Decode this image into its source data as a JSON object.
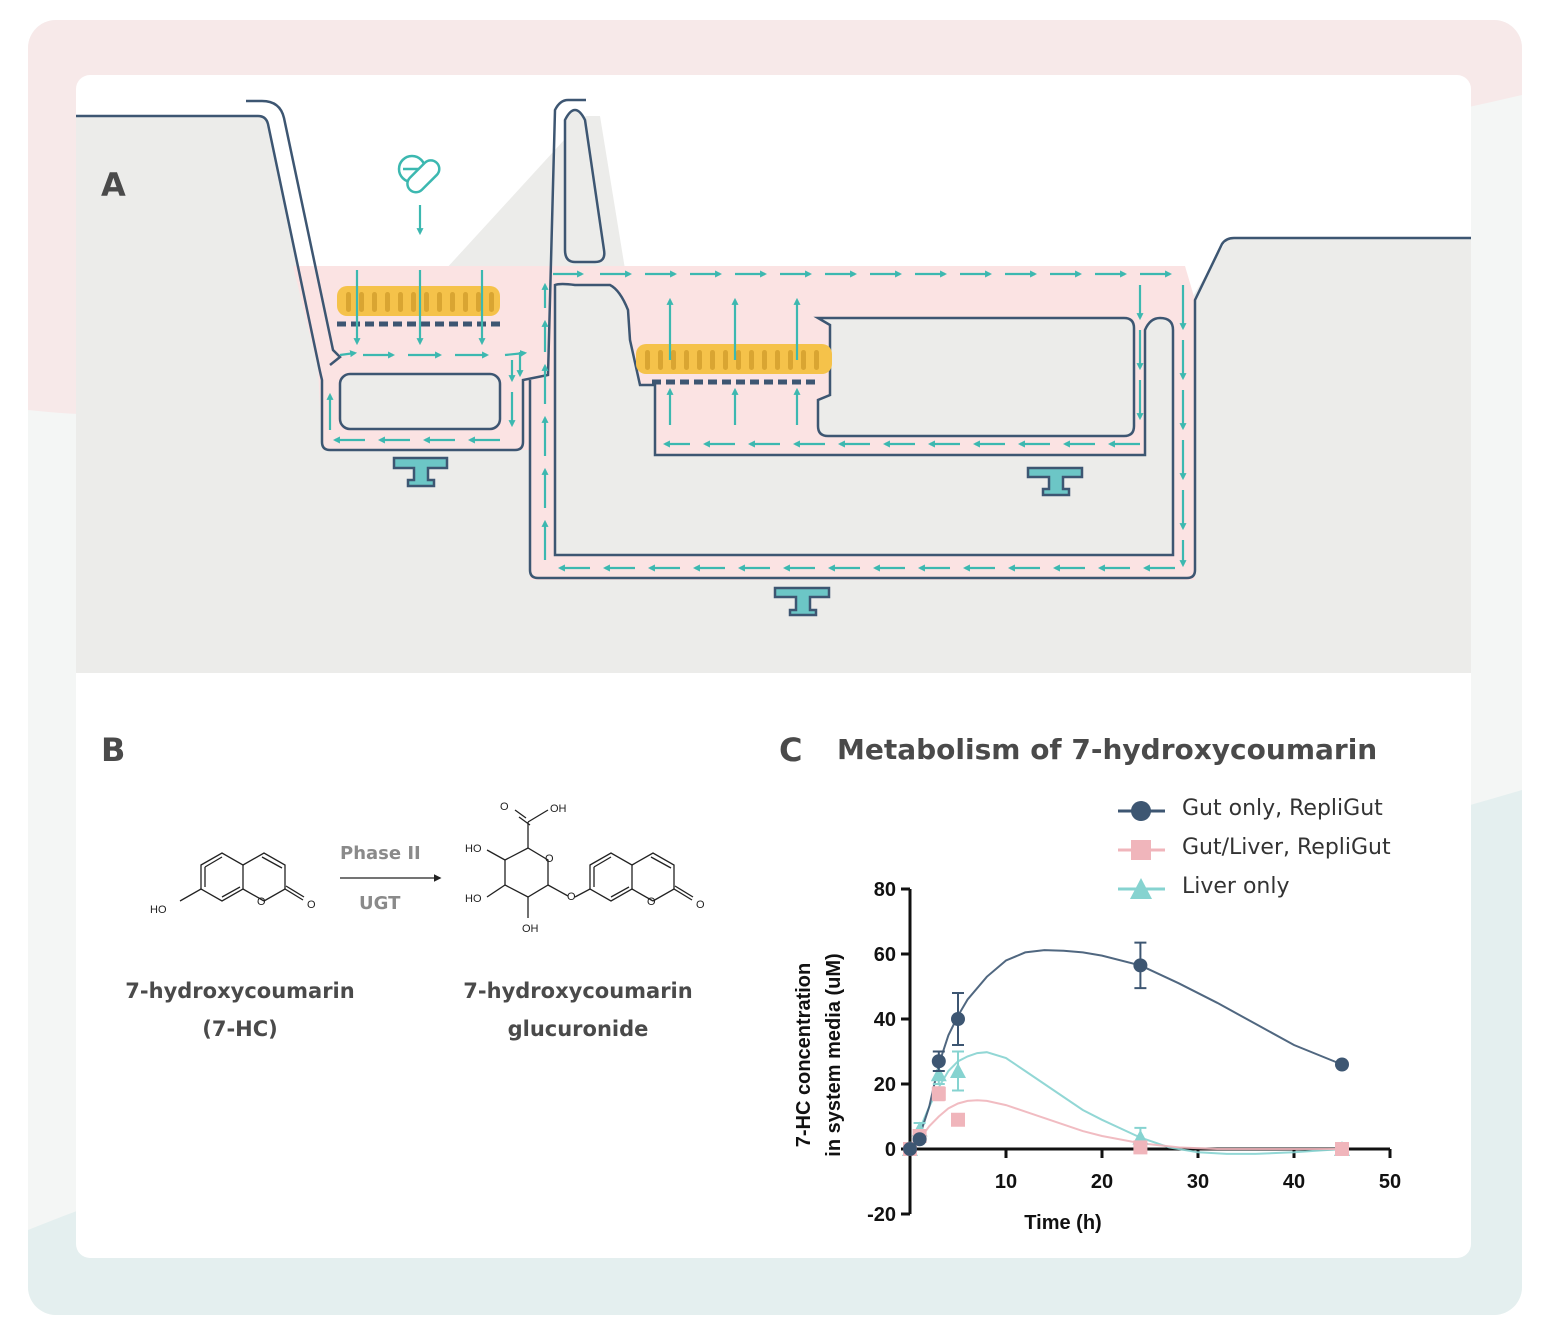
{
  "panels": {
    "a": {
      "letter": "A"
    },
    "b": {
      "letter": "B",
      "reaction_top": "Phase II",
      "reaction_bottom": "UGT",
      "substrate_name": "7-hydroxycoumarin",
      "substrate_abbrev": "(7-HC)",
      "product_name_1": "7-hydroxycoumarin",
      "product_name_2": "glucuronide",
      "atoms": {
        "ho": "HO",
        "o": "O",
        "oh": "OH"
      }
    },
    "c": {
      "letter": "C",
      "title": "Metabolism of 7-hydroxycoumarin"
    }
  },
  "colors": {
    "teal": "#3cb8b0",
    "navy": "#3d5672",
    "pink_series": "#f0b5bb",
    "teal_series": "#86d3d0",
    "cells": "#f5c24a",
    "chamber_fill": "#fbe3e3",
    "device_fill": "#ececea"
  },
  "chart_data": {
    "type": "scatter",
    "xlabel": "Time (h)",
    "ylabel_line1": "7-HC concentration",
    "ylabel_line2": "in system media (uM)",
    "xlim": [
      0,
      50
    ],
    "ylim": [
      -20,
      80
    ],
    "xticks": [
      "10",
      "20",
      "30",
      "40",
      "50"
    ],
    "yticks": [
      "-20",
      "0",
      "20",
      "40",
      "60",
      "80"
    ],
    "legend_position": "top-right",
    "series": [
      {
        "name": "Gut only, RepliGut",
        "marker": "circle",
        "color": "#3d5672",
        "points": [
          [
            0,
            0
          ],
          [
            1,
            3
          ],
          [
            3,
            27
          ],
          [
            5,
            40
          ],
          [
            24,
            56.5
          ],
          [
            45,
            26
          ]
        ],
        "errors": [
          0,
          0,
          3,
          8,
          7,
          0
        ],
        "fit": [
          [
            0,
            0
          ],
          [
            1,
            4
          ],
          [
            2,
            13
          ],
          [
            3,
            26
          ],
          [
            4,
            35
          ],
          [
            5,
            41
          ],
          [
            6,
            46
          ],
          [
            8,
            53
          ],
          [
            10,
            58
          ],
          [
            12,
            60.5
          ],
          [
            14,
            61.2
          ],
          [
            16,
            61
          ],
          [
            18,
            60.5
          ],
          [
            20,
            59.5
          ],
          [
            24,
            56.5
          ],
          [
            28,
            51
          ],
          [
            32,
            45
          ],
          [
            36,
            38.5
          ],
          [
            40,
            32
          ],
          [
            45,
            26
          ]
        ]
      },
      {
        "name": "Gut/Liver, RepliGut",
        "marker": "square",
        "color": "#f0b5bb",
        "points": [
          [
            0,
            0
          ],
          [
            1,
            4
          ],
          [
            3,
            17
          ],
          [
            5,
            9
          ],
          [
            24,
            0.5
          ],
          [
            45,
            0
          ]
        ],
        "errors": [
          0,
          0,
          2,
          0,
          0,
          0
        ],
        "fit": [
          [
            0,
            0
          ],
          [
            1,
            3
          ],
          [
            2,
            7
          ],
          [
            3,
            10
          ],
          [
            4,
            12.5
          ],
          [
            5,
            14
          ],
          [
            6,
            14.8
          ],
          [
            7,
            15
          ],
          [
            8,
            14.8
          ],
          [
            10,
            13.5
          ],
          [
            12,
            11.5
          ],
          [
            14,
            9.5
          ],
          [
            16,
            7.5
          ],
          [
            18,
            5.5
          ],
          [
            20,
            4
          ],
          [
            24,
            1.8
          ],
          [
            28,
            0.5
          ],
          [
            32,
            0
          ],
          [
            36,
            0
          ],
          [
            40,
            0
          ],
          [
            45,
            0
          ]
        ]
      },
      {
        "name": "Liver only",
        "marker": "triangle",
        "color": "#86d3d0",
        "points": [
          [
            0,
            0
          ],
          [
            1,
            6
          ],
          [
            3,
            23
          ],
          [
            5,
            24
          ],
          [
            24,
            3.5
          ],
          [
            45,
            0
          ]
        ],
        "errors": [
          0,
          2,
          3,
          6,
          3,
          0
        ],
        "fit": [
          [
            0,
            0
          ],
          [
            1,
            6
          ],
          [
            2,
            13
          ],
          [
            3,
            19
          ],
          [
            4,
            24
          ],
          [
            5,
            27
          ],
          [
            6,
            28.5
          ],
          [
            7,
            29.5
          ],
          [
            8,
            29.8
          ],
          [
            10,
            28
          ],
          [
            12,
            24
          ],
          [
            14,
            20
          ],
          [
            16,
            16
          ],
          [
            18,
            12
          ],
          [
            20,
            9
          ],
          [
            24,
            3.5
          ],
          [
            27,
            0.5
          ],
          [
            30,
            -1
          ],
          [
            33,
            -1.5
          ],
          [
            36,
            -1.5
          ],
          [
            40,
            -1
          ],
          [
            45,
            0
          ]
        ]
      }
    ]
  }
}
